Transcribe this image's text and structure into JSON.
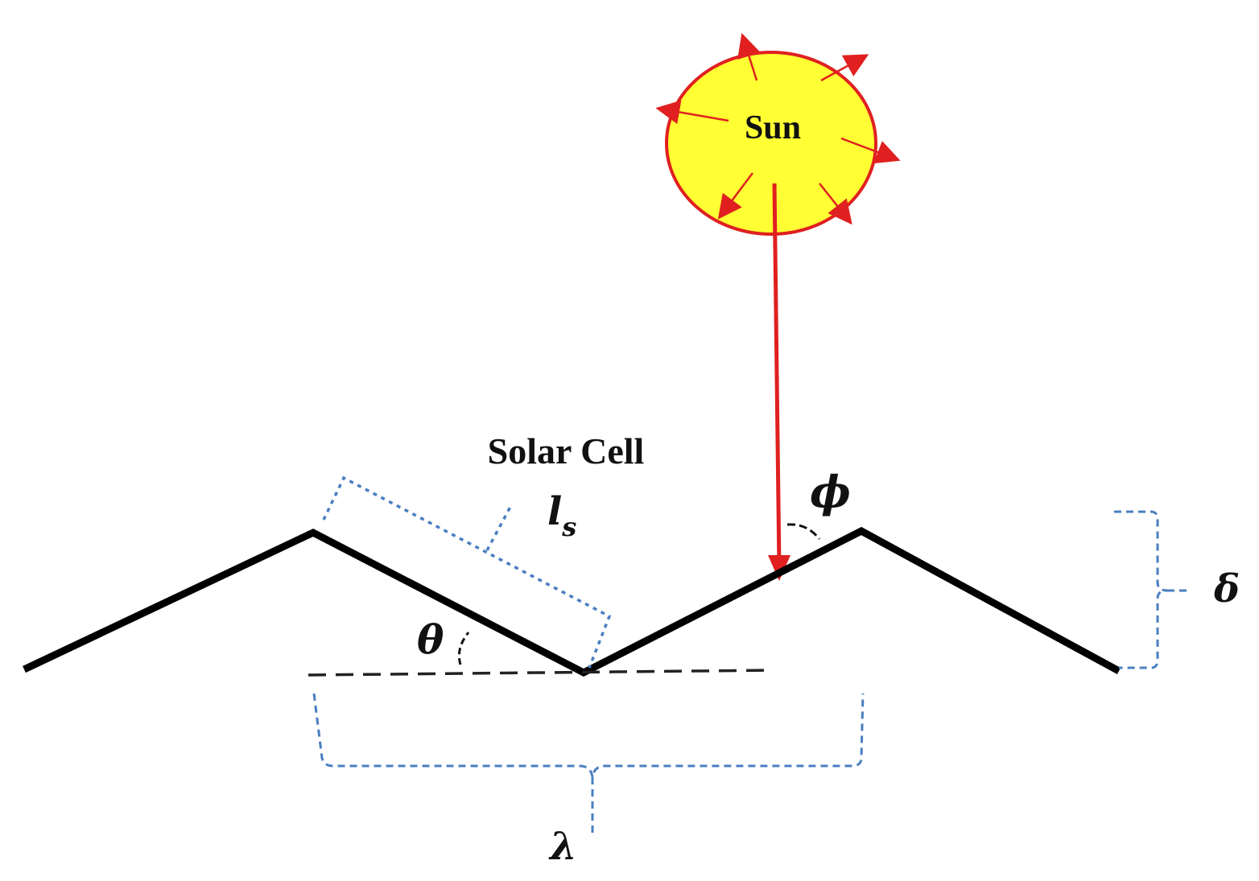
{
  "labels": {
    "sun": "Sun",
    "solar_cell": "Solar Cell",
    "slant_length": "l",
    "slant_length_sub": "s",
    "tilt_angle": "θ",
    "incidence_angle": "ϕ",
    "amplitude": "δ",
    "wavelength": "λ"
  },
  "colors": {
    "profile": "#000000",
    "sun_fill": "#ffff33",
    "sun_stroke": "#e02020",
    "ray": "#e02020",
    "dimension": "#4a7fc1"
  }
}
